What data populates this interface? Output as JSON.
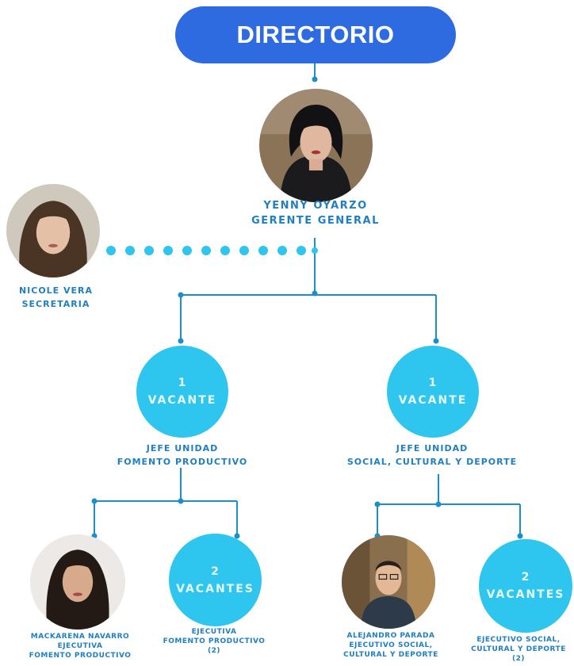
{
  "header": {
    "title": "DIRECTORIO"
  },
  "general_manager": {
    "name": "YENNY OYARZO",
    "role": "GERENTE GENERAL"
  },
  "secretary": {
    "name": "NICOLE VERA",
    "role": "SECRETARIA"
  },
  "unit_heads": [
    {
      "count": "1",
      "status": "VACANTE",
      "title_line1": "JEFE UNIDAD",
      "title_line2": "FOMENTO PRODUCTIVO"
    },
    {
      "count": "1",
      "status": "VACANTE",
      "title_line1": "JEFE UNIDAD",
      "title_line2": "SOCIAL, CULTURAL Y DEPORTE"
    }
  ],
  "staff": [
    {
      "name": "MACKARENA NAVARRO",
      "role_line1": "EJECUTIVA",
      "role_line2": "FOMENTO PRODUCTIVO"
    },
    {
      "count": "2",
      "status": "VACANTES",
      "role_line1": "EJECUTIVA",
      "role_line2": "FOMENTO PRODUCTIVO",
      "role_line3": "(2)"
    },
    {
      "name": "ALEJANDRO PARADA",
      "role_line1": "EJECUTIVO SOCIAL,",
      "role_line2": "CULTURAL Y DEPORTE"
    },
    {
      "count": "2",
      "status": "VACANTES",
      "role_line1": "EJECUTIVO SOCIAL,",
      "role_line2": "CULTURAL Y DEPORTE",
      "role_line3": "(2)"
    }
  ],
  "colors": {
    "pill": "#2f6be0",
    "circle": "#2ec5ee",
    "line": "#1a8fc9",
    "label": "#1f7fc1"
  }
}
